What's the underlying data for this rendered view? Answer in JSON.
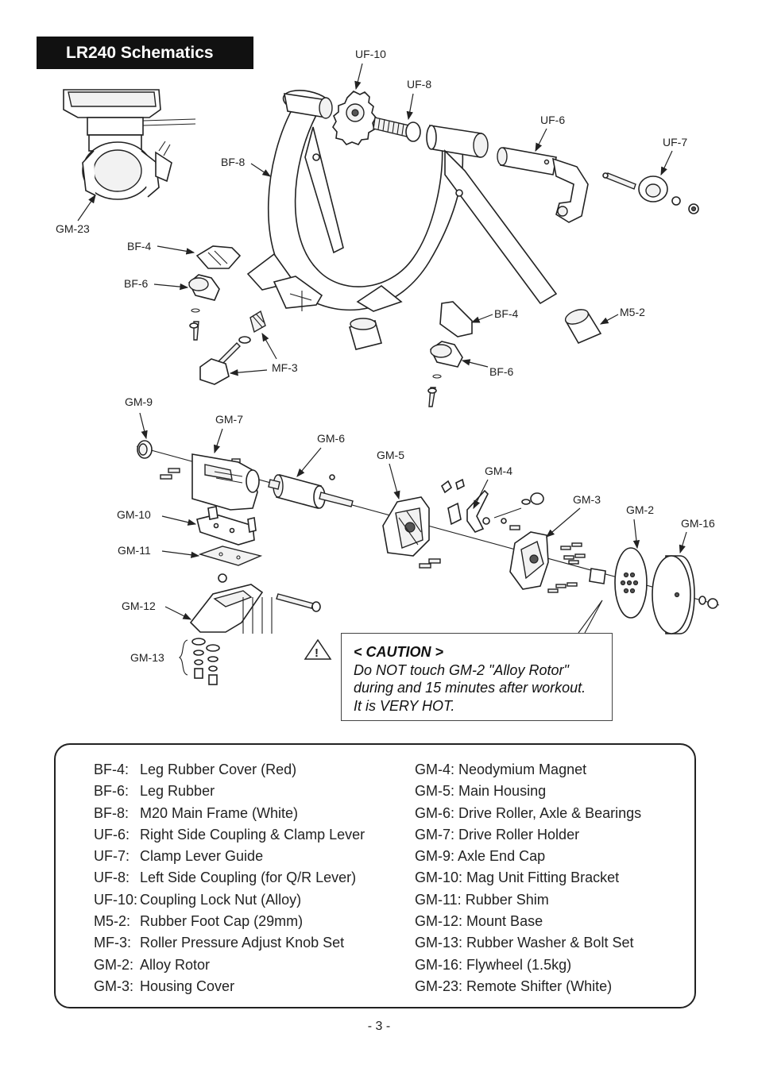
{
  "title": "LR240 Schematics",
  "callouts": {
    "uf10": "UF-10",
    "uf8": "UF-8",
    "uf6": "UF-6",
    "uf7": "UF-7",
    "bf8": "BF-8",
    "gm23": "GM-23",
    "bf4a": "BF-4",
    "bf6a": "BF-6",
    "bf4b": "BF-4",
    "bf6b": "BF-6",
    "mf3": "MF-3",
    "m52": "M5-2",
    "gm9": "GM-9",
    "gm7": "GM-7",
    "gm6": "GM-6",
    "gm5": "GM-5",
    "gm4": "GM-4",
    "gm3": "GM-3",
    "gm2": "GM-2",
    "gm16": "GM-16",
    "gm10": "GM-10",
    "gm11": "GM-11",
    "gm12": "GM-12",
    "gm13": "GM-13"
  },
  "caution": {
    "symbol": "!",
    "heading": "< CAUTION >",
    "lines": [
      "Do NOT touch GM-2 \"Alloy Rotor\"",
      "during and 15 minutes after workout.",
      "It is VERY HOT."
    ]
  },
  "parts_left": [
    {
      "code": "BF-4:",
      "name": "Leg Rubber Cover (Red)"
    },
    {
      "code": "BF-6:",
      "name": "Leg Rubber"
    },
    {
      "code": "BF-8:",
      "name": "M20 Main Frame (White)"
    },
    {
      "code": "UF-6:",
      "name": "Right Side Coupling & Clamp Lever"
    },
    {
      "code": "UF-7:",
      "name": "Clamp Lever Guide"
    },
    {
      "code": "UF-8:",
      "name": "Left Side Coupling (for Q/R Lever)"
    },
    {
      "code": "UF-10:",
      "name": "Coupling Lock Nut (Alloy)"
    },
    {
      "code": "M5-2:",
      "name": "Rubber Foot Cap (29mm)"
    },
    {
      "code": "MF-3:",
      "name": "Roller Pressure Adjust Knob Set"
    },
    {
      "code": "GM-2:",
      "name": "Alloy Rotor"
    },
    {
      "code": "GM-3:",
      "name": "Housing Cover"
    }
  ],
  "parts_right": [
    {
      "code": "GM-4:",
      "name": "Neodymium Magnet"
    },
    {
      "code": "GM-5:",
      "name": "Main Housing"
    },
    {
      "code": "GM-6:",
      "name": "Drive Roller, Axle & Bearings"
    },
    {
      "code": "GM-7:",
      "name": "Drive Roller Holder"
    },
    {
      "code": "GM-9:",
      "name": "Axle End Cap"
    },
    {
      "code": "GM-10:",
      "name": "Mag Unit Fitting Bracket"
    },
    {
      "code": "GM-11:",
      "name": "Rubber Shim"
    },
    {
      "code": "GM-12:",
      "name": "Mount Base"
    },
    {
      "code": "GM-13:",
      "name": "Rubber Washer & Bolt Set"
    },
    {
      "code": "GM-16:",
      "name": "Flywheel (1.5kg)"
    },
    {
      "code": "GM-23:",
      "name": "Remote Shifter (White)"
    }
  ],
  "page_number": "- 3 -"
}
